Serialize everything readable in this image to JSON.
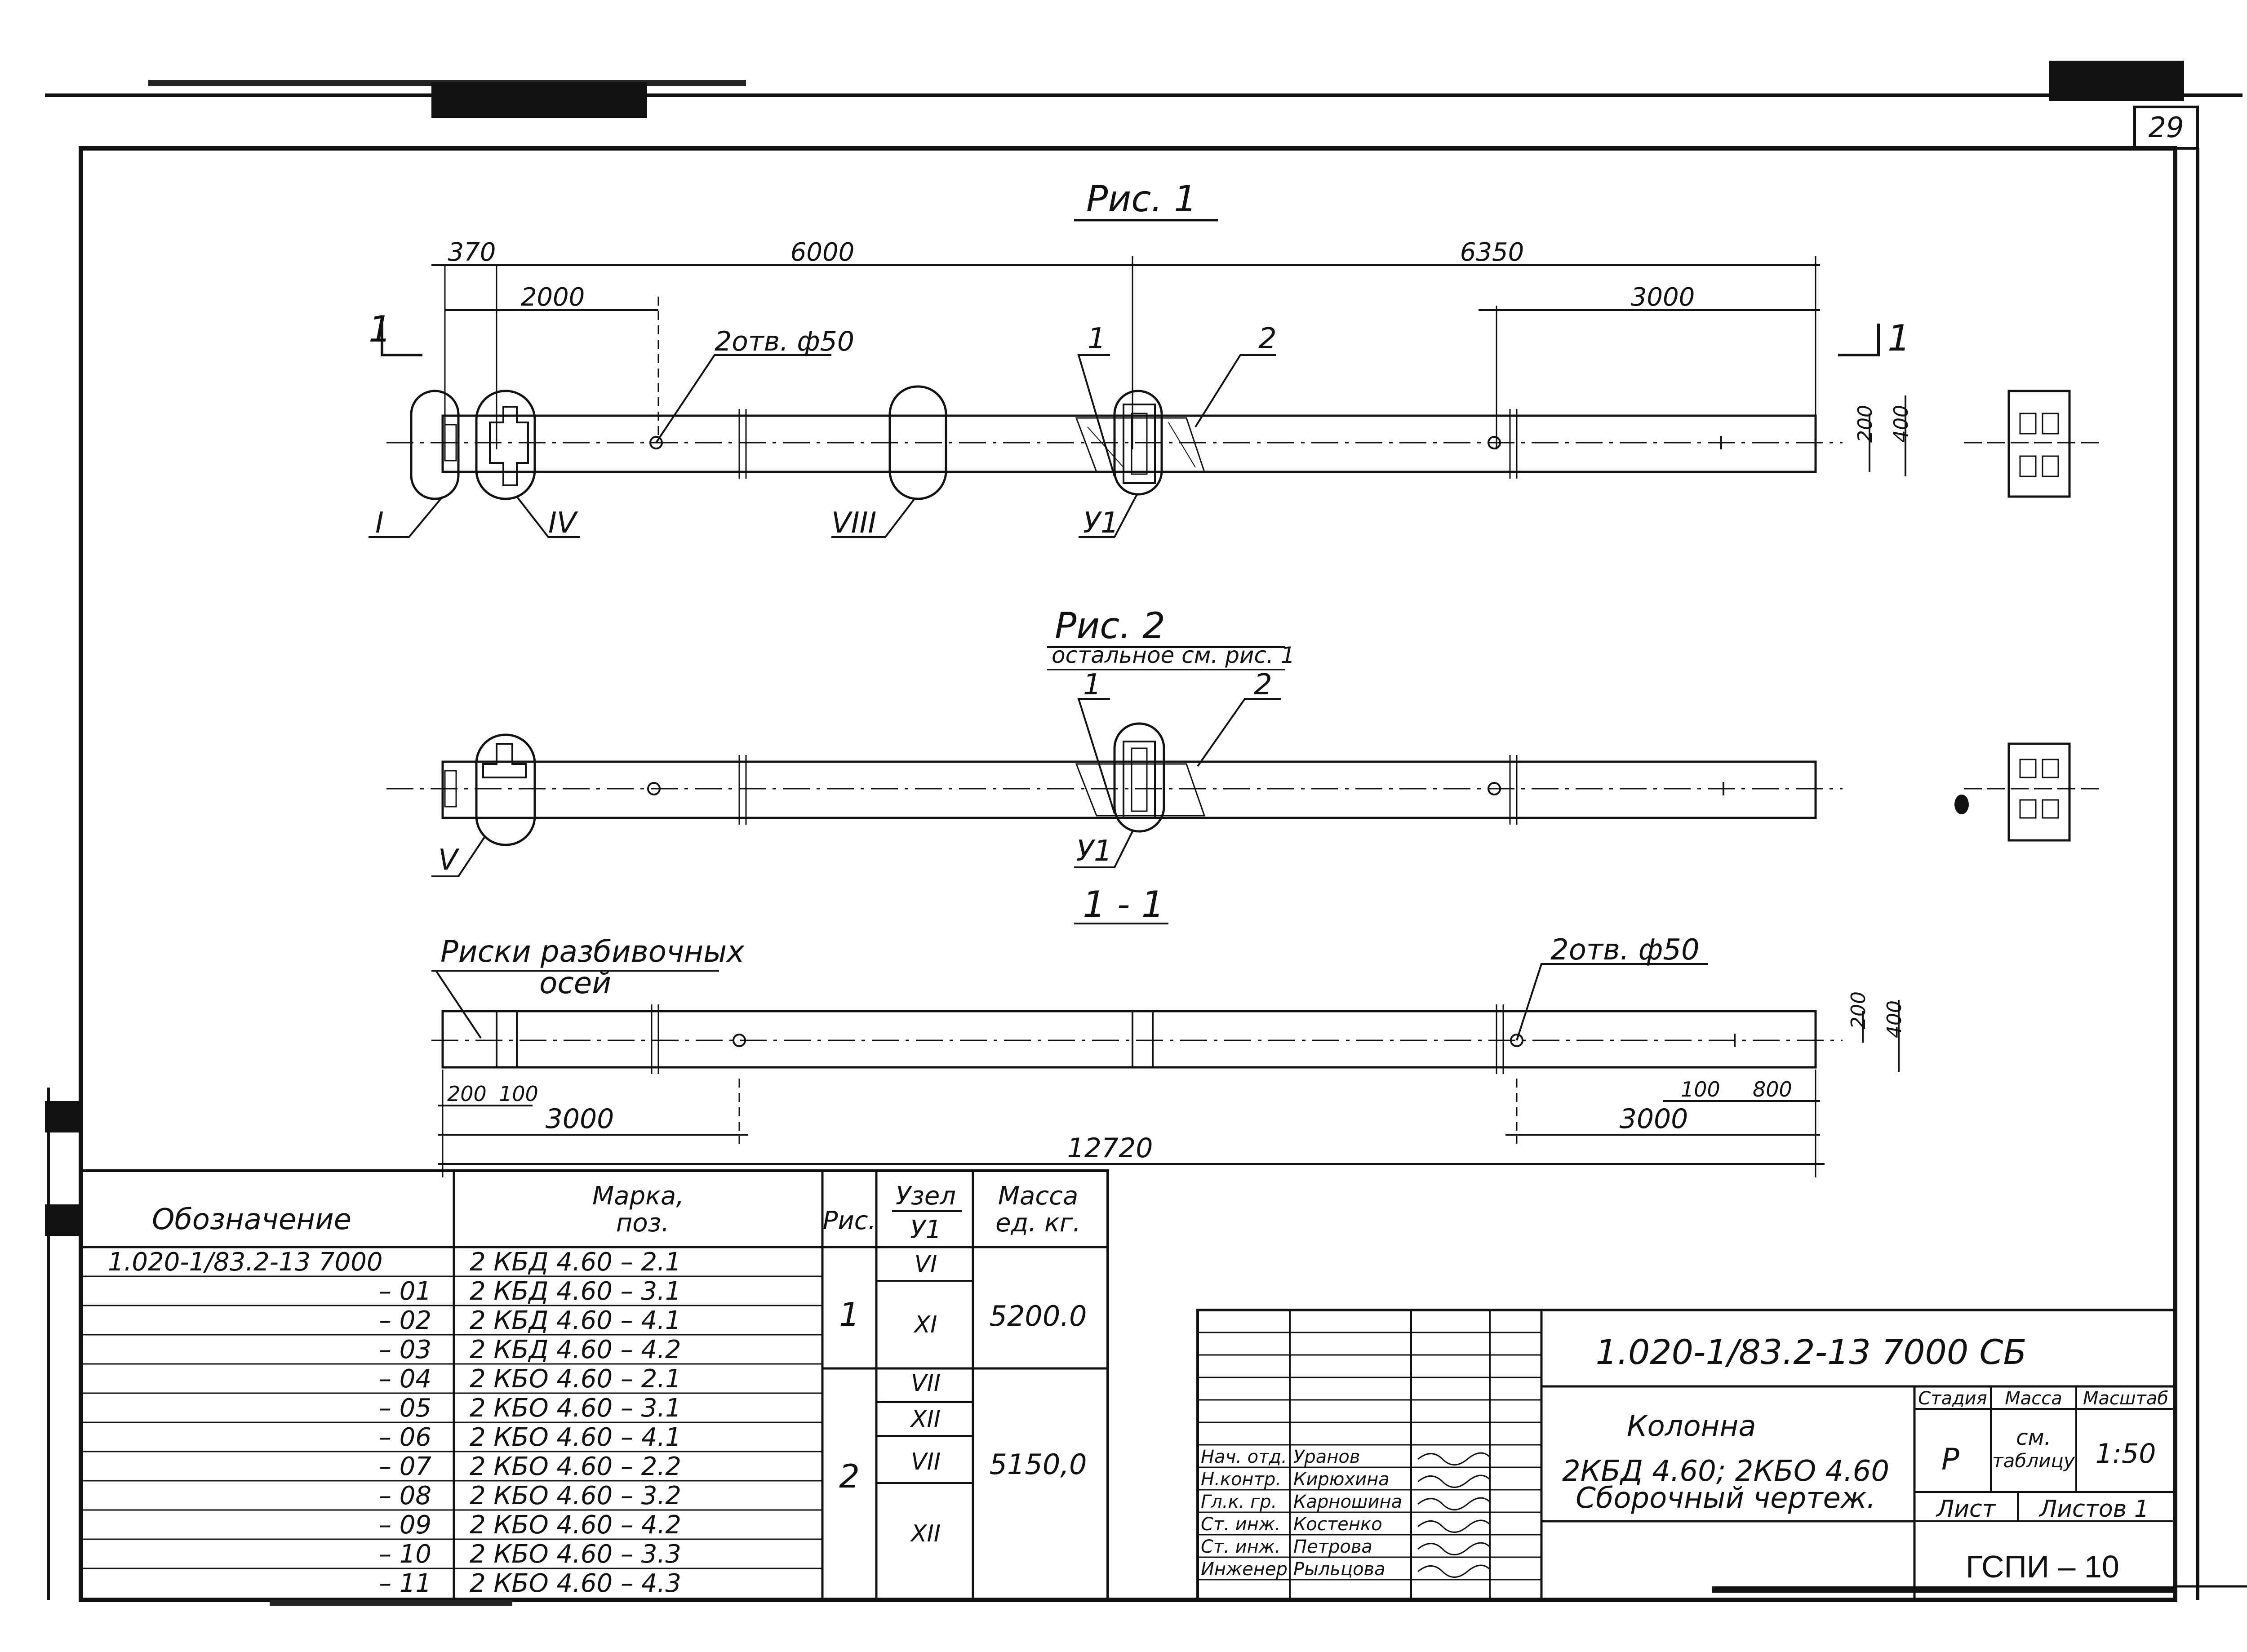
{
  "sheet": {
    "number": "29",
    "format_code": "ГСПИ – 10",
    "designation": "1.020-1/83.2-13 7000 СБ"
  },
  "figures": {
    "fig1": {
      "title": "Рис. 1",
      "dims_top": [
        "370",
        "6000",
        "6350"
      ],
      "dims_second": [
        "2000",
        "3000"
      ],
      "hole_note": "2отв. ф50",
      "leaders": [
        "1",
        "2"
      ],
      "section_marks": [
        "1",
        "1"
      ],
      "nodes": [
        "I",
        "IV",
        "VIII",
        "У1"
      ],
      "height_dims": [
        "200",
        "400"
      ]
    },
    "fig2": {
      "title": "Рис. 2",
      "subtitle": "остальное см. рис. 1",
      "leaders": [
        "1",
        "2"
      ],
      "nodes": [
        "V",
        "У1"
      ]
    },
    "section": {
      "title": "1 - 1",
      "note_line1": "Риски разбивочных",
      "note_line2": "осей",
      "hole_note": "2отв. ф50",
      "dims_bottom_left": [
        "200",
        "100",
        "3000"
      ],
      "dims_bottom_right": [
        "100",
        "800",
        "3000"
      ],
      "height_dims": [
        "200",
        "400"
      ],
      "total_length": "12720"
    }
  },
  "spec_table": {
    "headers": {
      "designation": "Обозначение",
      "mark_line1": "Марка,",
      "mark_line2": "поз.",
      "fig": "Рис.",
      "node_top": "Узел",
      "node_bottom": "У1",
      "mass_line1": "Масса",
      "mass_line2": "ед. кг."
    },
    "rows": [
      {
        "designation": "1.020-1/83.2-13 7000",
        "mark": "2 КБД 4.60 – 2.1"
      },
      {
        "designation": "– 01",
        "mark": "2 КБД 4.60 – 3.1"
      },
      {
        "designation": "– 02",
        "mark": "2 КБД 4.60 – 4.1"
      },
      {
        "designation": "– 03",
        "mark": "2 КБД 4.60 – 4.2"
      },
      {
        "designation": "– 04",
        "mark": "2 КБО 4.60 – 2.1"
      },
      {
        "designation": "– 05",
        "mark": "2 КБО 4.60 – 3.1"
      },
      {
        "designation": "– 06",
        "mark": "2 КБО 4.60 – 4.1"
      },
      {
        "designation": "– 07",
        "mark": "2 КБО 4.60 – 2.2"
      },
      {
        "designation": "– 08",
        "mark": "2 КБО 4.60 – 3.2"
      },
      {
        "designation": "– 09",
        "mark": "2 КБО 4.60 – 4.2"
      },
      {
        "designation": "– 10",
        "mark": "2 КБО 4.60 – 3.3"
      },
      {
        "designation": "– 11",
        "mark": "2 КБО 4.60 – 4.3"
      }
    ],
    "groups": [
      {
        "fig": "1",
        "mass": "5200.0",
        "nodes": [
          "VI",
          "XI"
        ]
      },
      {
        "fig": "2",
        "mass": "5150,0",
        "nodes": [
          "VII",
          "XII",
          "VII",
          "XII"
        ]
      }
    ]
  },
  "title_block": {
    "roles": [
      "Нач. отд.",
      "Н.контр.",
      "Гл.к. гр.",
      "Ст. инж.",
      "Ст. инж.",
      "Инженер"
    ],
    "names": [
      "Уранов",
      "Кирюхина",
      "Карношина",
      "Костенко",
      "Петрова",
      "Рыльцова"
    ],
    "title_line1": "Колонна",
    "title_line2": "2КБД 4.60; 2КБО 4.60",
    "title_line3": "Сборочный чертеж.",
    "stage_label": "Стадия",
    "mass_label": "Масса",
    "scale_label": "Масштаб",
    "stage": "Р",
    "mass_line1": "см.",
    "mass_line2": "таблицу",
    "scale": "1:50",
    "sheet_label": "Лист",
    "sheets_label": "Листов 1"
  }
}
